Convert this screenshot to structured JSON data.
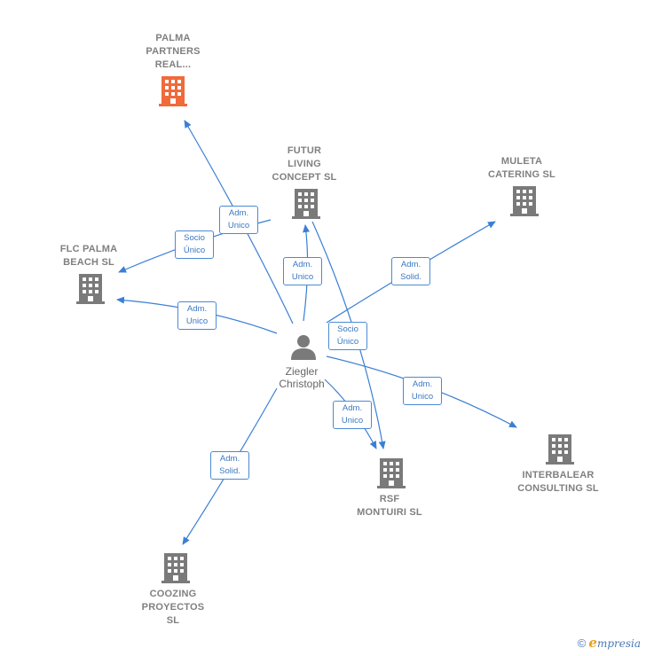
{
  "person": {
    "name_line1": "Ziegler",
    "name_line2": "Christoph"
  },
  "companies": {
    "palma": {
      "line1": "PALMA",
      "line2": "PARTNERS",
      "line3": "REAL...",
      "color": "#f06a3a"
    },
    "futur": {
      "line1": "FUTUR",
      "line2": "LIVING",
      "line3": "CONCEPT SL"
    },
    "muleta": {
      "line1": "MULETA",
      "line2": "CATERING SL"
    },
    "flc": {
      "line1": "FLC PALMA",
      "line2": "BEACH SL"
    },
    "rsf": {
      "line1": "RSF",
      "line2": "MONTUIRI SL"
    },
    "interbalear": {
      "line1": "INTERBALEAR",
      "line2": "CONSULTING SL"
    },
    "coozing": {
      "line1": "COOZING",
      "line2": "PROYECTOS",
      "line3": "SL"
    }
  },
  "relations": {
    "palma": {
      "line1": "Adm.",
      "line2": "Unico"
    },
    "flc_socio": {
      "line1": "Socio",
      "line2": "Único"
    },
    "futur": {
      "line1": "Adm.",
      "line2": "Unico"
    },
    "muleta": {
      "line1": "Adm.",
      "line2": "Solid."
    },
    "flc_adm": {
      "line1": "Adm.",
      "line2": "Unico"
    },
    "rsf_socio": {
      "line1": "Socio",
      "line2": "Único"
    },
    "interbalear": {
      "line1": "Adm.",
      "line2": "Unico"
    },
    "rsf_adm": {
      "line1": "Adm.",
      "line2": "Unico"
    },
    "coozing": {
      "line1": "Adm.",
      "line2": "Solid."
    }
  },
  "colors": {
    "edge": "#3a7fd5",
    "building": "#7a7a7a",
    "building_highlight": "#f06a3a",
    "person": "#7a7a7a"
  },
  "footer": {
    "copyright": "©",
    "brand_initial": "e",
    "brand_rest": "mpresia"
  }
}
